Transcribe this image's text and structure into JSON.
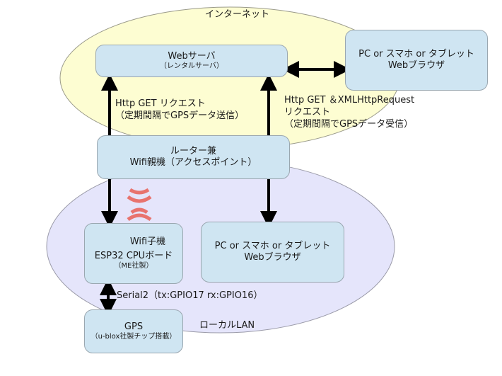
{
  "zones": {
    "internet": {
      "label": "インターネット",
      "fill": "#fdfdd2"
    },
    "local_lan": {
      "label": "ローカルLAN",
      "fill": "#e5e5fb"
    }
  },
  "nodes": {
    "web_server": {
      "title": "Webサーバ",
      "subtitle": "（レンタルサーバ）"
    },
    "remote_browser": {
      "line1": "PC or スマホ or タブレット",
      "line2": "Webブラウザ"
    },
    "router": {
      "line1": "ルーター兼",
      "line2": "Wifi親機（アクセスポイント）"
    },
    "esp32": {
      "line1": "Wifi子機",
      "line2": "ESP32 CPUボード",
      "subtitle": "（ME社製）"
    },
    "local_browser": {
      "line1": "PC or スマホ or タブレット",
      "line2": "Webブラウザ"
    },
    "gps": {
      "title": "GPS",
      "subtitle": "（u-blox社製チップ搭載）"
    }
  },
  "edges": {
    "esp32_to_server": {
      "line1": "Http GET リクエスト",
      "line2": "（定期間隔でGPSデータ送信）"
    },
    "browser_to_server": {
      "line1": "Http GET ＆XMLHttpRequest",
      "line2": "リクエスト",
      "line3": "（定期間隔でGPSデータ受信）"
    },
    "esp32_to_gps": {
      "label": "Serial2（tx:GPIO17 rx:GPIO16）"
    }
  },
  "colors": {
    "box_fill": "#cfe5f2",
    "wifi_signal": "#e8736e",
    "arrow": "#000000"
  }
}
